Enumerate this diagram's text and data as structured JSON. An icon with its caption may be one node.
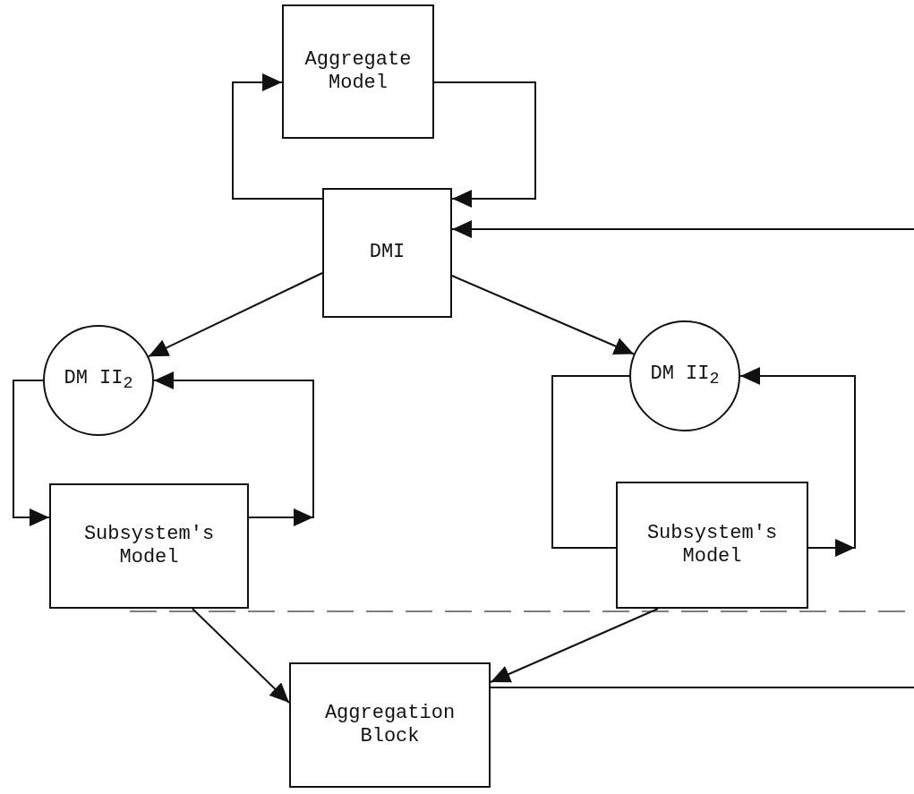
{
  "diagram": {
    "nodes": [
      {
        "text": [
          "Aggregate Model"
        ]
      },
      {
        "text": [
          "DMI"
        ]
      },
      {
        "text": [
          "DM II$_{2}$"
        ]
      },
      {
        "text": [
          "DM II$_{2}$"
        ]
      },
      {
        "text": [
          "Subsystem's Model"
        ]
      },
      {
        "text": [
          "Subsystem's Model"
        ]
      },
      {
        "text": [
          "Aggregation Block"
        ]
      }
    ],
    "edges": [
      {
        "from": 1,
        "to": 0,
        "arrow": "to"
      },
      {
        "from": 0,
        "to": 1,
        "arrow": "to"
      },
      {
        "from": null,
        "to": 1,
        "arrow": "to"
      },
      {
        "from": 1,
        "to": 2,
        "arrow": "to"
      },
      {
        "from": 1,
        "to": 3,
        "arrow": "to"
      },
      {
        "from": 2,
        "to": 4,
        "arrow": "to"
      },
      {
        "from": 4,
        "to": 2,
        "arrow": "to"
      },
      {
        "from": 3,
        "to": 5,
        "arrow": "none"
      },
      {
        "from": 5,
        "to": 3,
        "arrow": "to"
      },
      {
        "from": 4,
        "to": 6,
        "arrow": "to"
      },
      {
        "from": 5,
        "to": 6,
        "arrow": "to"
      },
      {
        "from": 6,
        "to": null,
        "arrow": "none"
      }
    ]
  }
}
